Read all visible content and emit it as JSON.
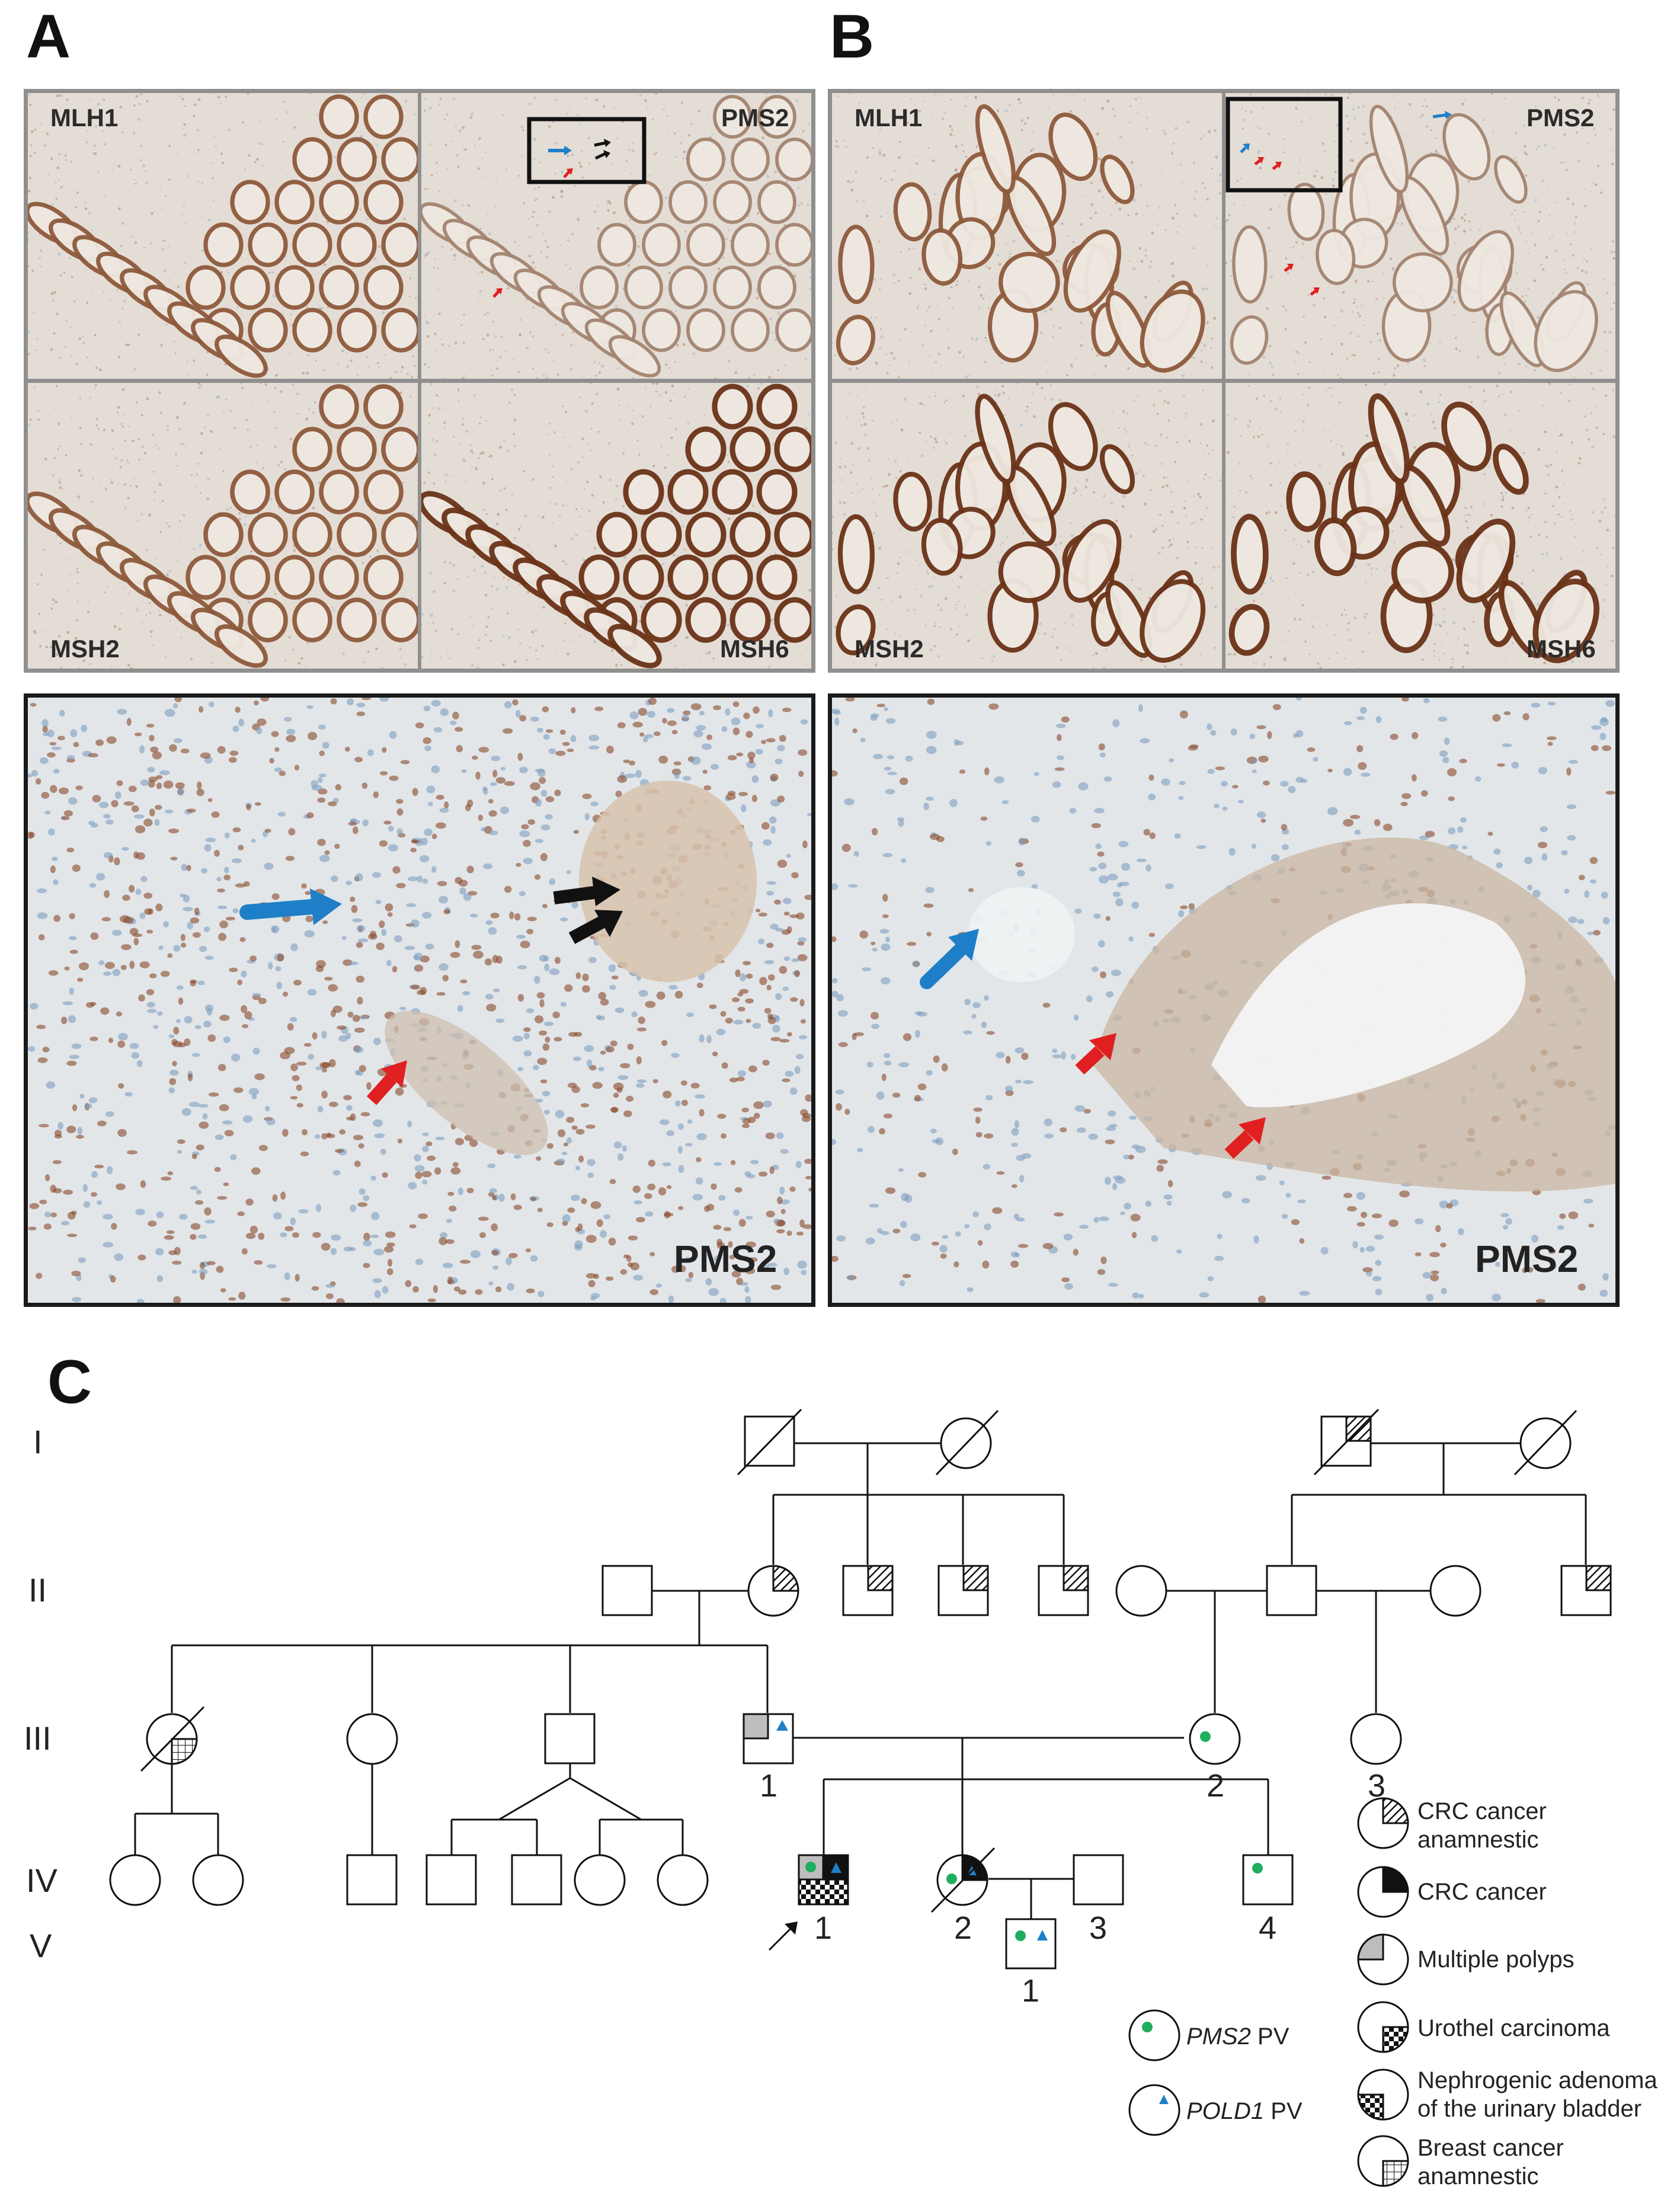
{
  "panels": {
    "A": {
      "letter": "A",
      "tiles": [
        "MLH1",
        "PMS2",
        "MSH2",
        "MSH6"
      ],
      "zoom_label": "PMS2"
    },
    "B": {
      "letter": "B",
      "tiles": [
        "MLH1",
        "PMS2",
        "MSH2",
        "MSH6"
      ],
      "zoom_label": "PMS2"
    },
    "C": {
      "letter": "C"
    }
  },
  "pedigree": {
    "generations": [
      "I",
      "II",
      "III",
      "IV",
      "V"
    ],
    "individual_numbers": {
      "III1": "1",
      "III2": "2",
      "III3": "3",
      "IV1": "1",
      "IV2": "2",
      "IV3": "3",
      "IV4": "4",
      "V1": "1"
    }
  },
  "legend": {
    "crc_anamnestic": [
      "CRC cancer",
      "anamnestic"
    ],
    "crc_cancer": "CRC cancer",
    "multiple_polyps": "Multiple polyps",
    "urothel": "Urothel carcinoma",
    "nephrogenic": [
      "Nephrogenic adenoma",
      "of the urinary bladder"
    ],
    "breast": [
      "Breast cancer",
      "anamnestic"
    ],
    "pms2_gene": "PMS2",
    "pold1_gene": "POLD1",
    "pv_suffix": " PV"
  },
  "colors": {
    "stain_brown": "#8a4a2a",
    "hematoxylin_blue": "#7f9fbf",
    "arrow_blue": "#1e7fc8",
    "arrow_red": "#e02020",
    "arrow_black": "#111111",
    "pms2_dot": "#1fae5f",
    "pold1_triangle": "#1f7fc8",
    "polyps_grey": "#bdbdbd"
  }
}
